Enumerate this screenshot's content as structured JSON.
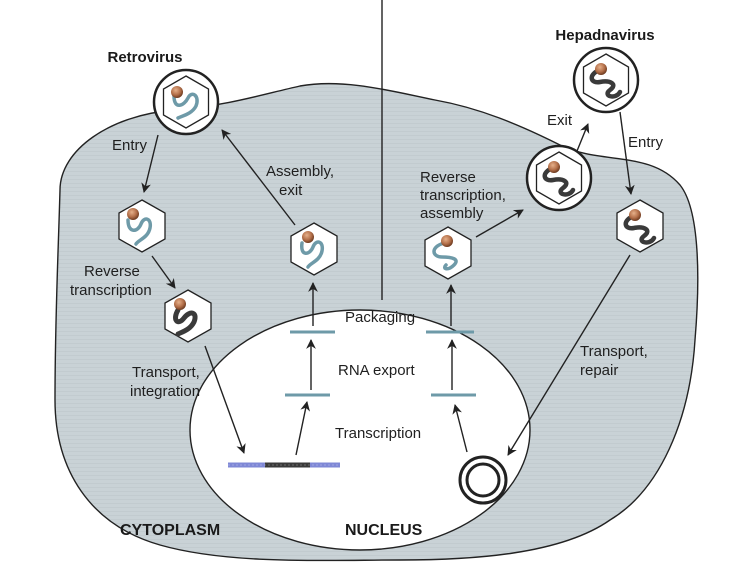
{
  "diagram": {
    "titles": {
      "retrovirus": "Retrovirus",
      "hepadnavirus": "Hepadnavirus"
    },
    "regions": {
      "cytoplasm": "CYTOPLASM",
      "nucleus": "NUCLEUS"
    },
    "steps": {
      "retro_entry": "Entry",
      "retro_assembly_1": "Assembly,",
      "retro_assembly_2": "exit",
      "retro_rt_1": "Reverse",
      "retro_rt_2": "transcription",
      "retro_transport_1": "Transport,",
      "retro_transport_2": "integration",
      "packaging": "Packaging",
      "rna_export": "RNA export",
      "transcription": "Transcription",
      "hepa_exit": "Exit",
      "hepa_entry": "Entry",
      "hepa_rt_1": "Reverse",
      "hepa_rt_2": "transcription,",
      "hepa_rt_3": "assembly",
      "hepa_transport_1": "Transport,",
      "hepa_transport_2": "repair"
    },
    "colors": {
      "cytoplasm": "#c9d2d6",
      "rna": "#6e9aa8",
      "dna": "#3a3a3a",
      "host_dna": "#7f88d6",
      "protein": "#b4704a",
      "outline": "#222222"
    }
  }
}
